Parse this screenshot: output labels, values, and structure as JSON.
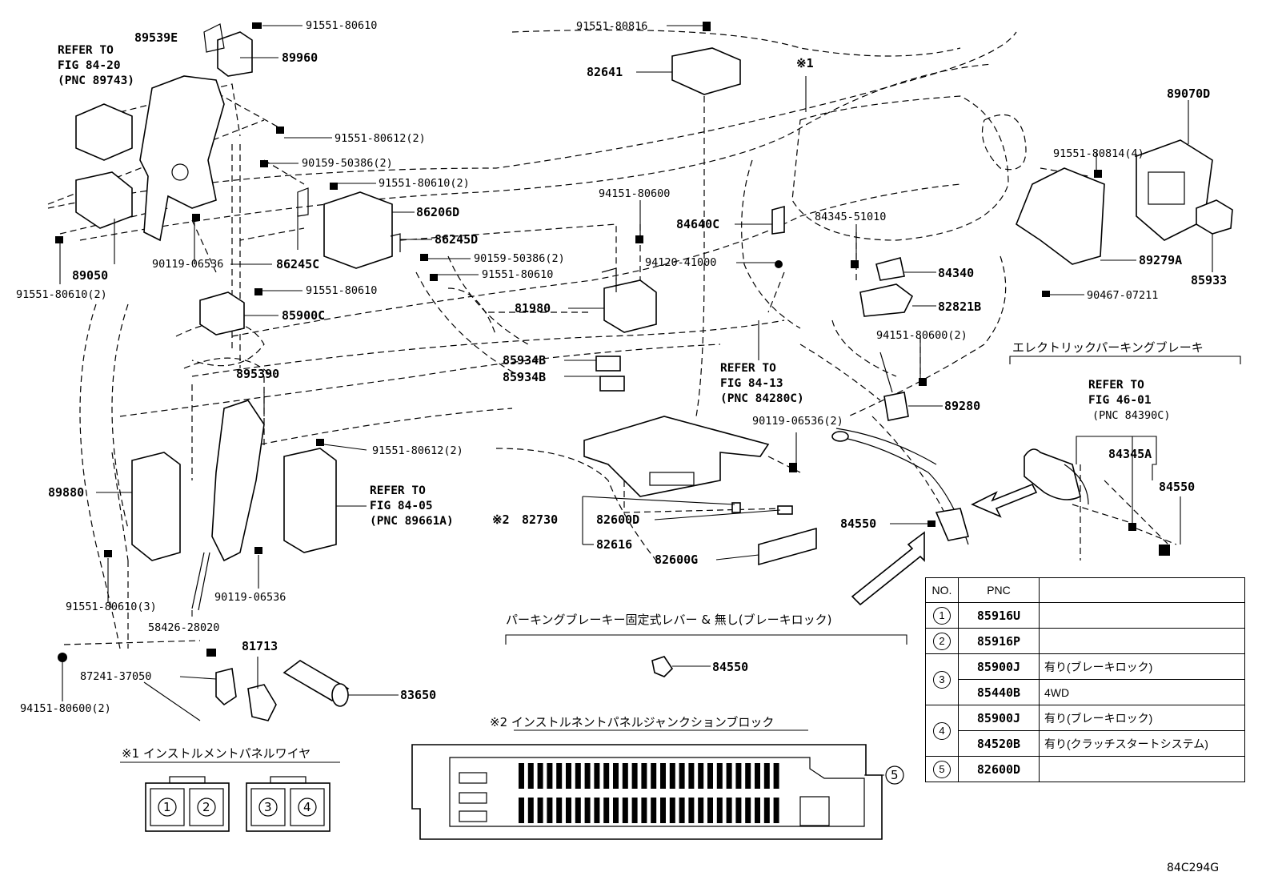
{
  "parts": {
    "p89539E": "89539E",
    "p91551_80610a": "91551-80610",
    "p89960": "89960",
    "refer_84_20": [
      "REFER TO",
      "FIG 84-20",
      "(PNC 89743)"
    ],
    "p91551_80612_2a": "91551-80612(2)",
    "p90159_50386_2a": "90159-50386(2)",
    "p91551_80610_2b": "91551-80610(2)",
    "p86206D": "86206D",
    "p86245D": "86245D",
    "p89050": "89050",
    "p90119_06536a": "90119-06536",
    "p86245C": "86245C",
    "p90159_50386_2b": "90159-50386(2)",
    "p91551_80610_2c": "91551-80610(2)",
    "p91551_80610b": "91551-80610",
    "p91551_80610c": "91551-80610",
    "p85900C": "85900C",
    "p91551_80816": "91551-80816",
    "p82641": "82641",
    "note1_mark": "※1",
    "p94151_80600a": "94151-80600",
    "p84640C": "84640C",
    "p94120_41000": "94120-41000",
    "p81980": "81980",
    "p85934B_a": "85934B",
    "p85934B_b": "85934B",
    "refer_84_13": [
      "REFER TO",
      "FIG 84-13",
      "(PNC 84280C)"
    ],
    "p84345_51010": "84345-51010",
    "p84340": "84340",
    "p82821B": "82821B",
    "p94151_80600_2a": "94151-80600(2)",
    "p89280": "89280",
    "p89070D": "89070D",
    "p91551_80814_4": "91551-80814(4)",
    "p89279A": "89279A",
    "p85933": "85933",
    "p90467_07211": "90467-07211",
    "epb_title": "エレクトリックパーキングブレーキ",
    "refer_46_01": [
      "REFER TO",
      "FIG 46-01",
      "(PNC 84390C)"
    ],
    "p84345A": "84345A",
    "p84550a": "84550",
    "p84550b": "84550",
    "p895390": "895390",
    "p89880": "89880",
    "p91551_80612_2b": "91551-80612(2)",
    "refer_84_05": [
      "REFER TO",
      "FIG 84-05",
      "(PNC 89661A)"
    ],
    "p91551_80610_3": "91551-80610(3)",
    "p90119_06536b": "90119-06536",
    "p58426_28020": "58426-28020",
    "p90119_06536_2": "90119-06536(2)",
    "note2_mark": "※2",
    "p82730": "82730",
    "p82600D": "82600D",
    "p82616": "82616",
    "p82600G": "82600G",
    "parking_title": "パーキングブレーキー固定式レバー & 無し(ブレーキロック)",
    "p84550c": "84550",
    "p94151_80600_2b": "94151-80600(2)",
    "p87241_37050": "87241-37050",
    "p81713": "81713",
    "p83650": "83650",
    "note1_title": "※1 インストルメントパネルワイヤ",
    "note2_title": "※2 インストルネントパネルジャンクションブロック",
    "conn": [
      "1",
      "2",
      "3",
      "4"
    ],
    "jb_callout": "5",
    "fig_id": "84C294G"
  },
  "legend": {
    "headers": [
      "NO.",
      "PNC",
      ""
    ],
    "rows": [
      {
        "no": "1",
        "pnc": "85916U",
        "desc": ""
      },
      {
        "no": "2",
        "pnc": "85916P",
        "desc": ""
      },
      {
        "no": "3",
        "pnc": "85900J",
        "desc": "有り(ブレーキロック)"
      },
      {
        "no": "",
        "pnc": "85440B",
        "desc": "4WD"
      },
      {
        "no": "4",
        "pnc": "85900J",
        "desc": "有り(ブレーキロック)"
      },
      {
        "no": "",
        "pnc": "84520B",
        "desc": "有り(クラッチスタートシステム)"
      },
      {
        "no": "5",
        "pnc": "82600D",
        "desc": ""
      }
    ]
  }
}
